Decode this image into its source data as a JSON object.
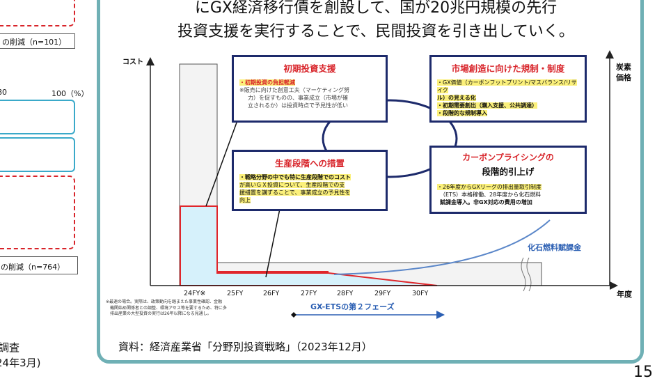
{
  "left_panel": {
    "caption1": "の削減（n=101）",
    "axis_tick_80": "80",
    "axis_tick_100": "100（%）",
    "caption2": "の削減（n=764）",
    "note_line1": "調査",
    "note_line2": "24年3月)"
  },
  "headline": {
    "line1": "にGX経済移行債を創設して、国が20兆円規模の先行",
    "line2": "投資支援を実行することで、民間投資を引き出していく。"
  },
  "diagram": {
    "y_axis_label": "コスト",
    "right_axis_label_line1": "炭素",
    "right_axis_label_line2": "価格",
    "x_axis_label": "年度",
    "x_ticks": [
      "24FY※",
      "25FY",
      "26FY",
      "27FY",
      "28FY",
      "29FY",
      "30FY"
    ],
    "box_initial": {
      "title": "初期投資支援",
      "line1": "・初期投資の負担軽減",
      "line2": "※販売に向けた創意工夫（マーケティング努",
      "line3": "力）を促すものの、事業成立（市場が確",
      "line4": "立されるか）は投資時点で予見性が低い"
    },
    "box_market": {
      "title": "市場創造に向けた規制・制度",
      "line1": "・GX価値（カーボンフットプリント/マスバランス/リサイク",
      "line2": "ル）の見える化",
      "line3": "・初期需要創出（購入支援、公共調達）",
      "line4": "・段階的な規制導入"
    },
    "box_production": {
      "title": "生産段階への措置",
      "line1": "・戦略分野の中でも特に生産段階でのコスト",
      "line2": "が高いＧＸ投資について、生産段階での支",
      "line3": "援措置を講ずることで、事業成立の予見性を",
      "line4": "向上"
    },
    "box_carbon": {
      "title_line1": "カーボンプライシングの",
      "title_line2": "段階的引上げ",
      "line1": "・26年度からGXリーグの排出量取引制度",
      "line2": "（ETS）本格稼働、28年度から化石燃料",
      "line3": "賦課金導入。非GX対応の費用の増加"
    },
    "fossil_label": "化石燃料賦課金",
    "footnote_line1": "※最速の場合。実際は、政策動向を踏まえた事業性確認、金融",
    "footnote_line2": "機関始め関係者との調整、環境アセス等を要するため、特に多",
    "footnote_line3": "排出産業の大型投資の実行は26年以降になる見通し。",
    "phase2_label": "GX-ETSの第２フェーズ"
  },
  "source": "資料：経済産業省「分野別投資戦略」（2023年12月）",
  "page_number": "15",
  "colors": {
    "panel_border": "#6fb0b5",
    "box_border": "#1d2a6b",
    "accent_red": "#d8242a",
    "highlight": "#fbf07a",
    "fill_blue": "#d6f1fb",
    "arrow_blue": "#2b5fb3"
  }
}
